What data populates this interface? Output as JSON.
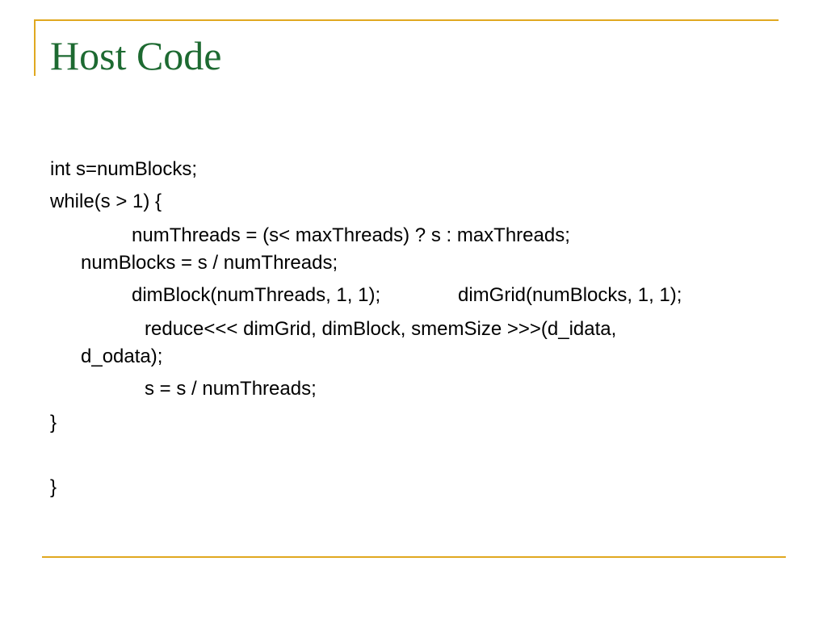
{
  "slide": {
    "title": "Host Code",
    "accent_color": "#e0a820",
    "title_color": "#1d6a31",
    "lines": [
      "int s=numBlocks;",
      "while(s > 1) {",
      "numThreads = (s< maxThreads) ? s : maxThreads;",
      "numBlocks = s / numThreads;",
      "dimBlock(numThreads, 1, 1);",
      "dimGrid(numBlocks, 1, 1);",
      "reduce<<< dimGrid, dimBlock, smemSize >>>(d_idata,",
      "d_odata);",
      "s = s / numThreads;",
      "}",
      "}"
    ]
  }
}
